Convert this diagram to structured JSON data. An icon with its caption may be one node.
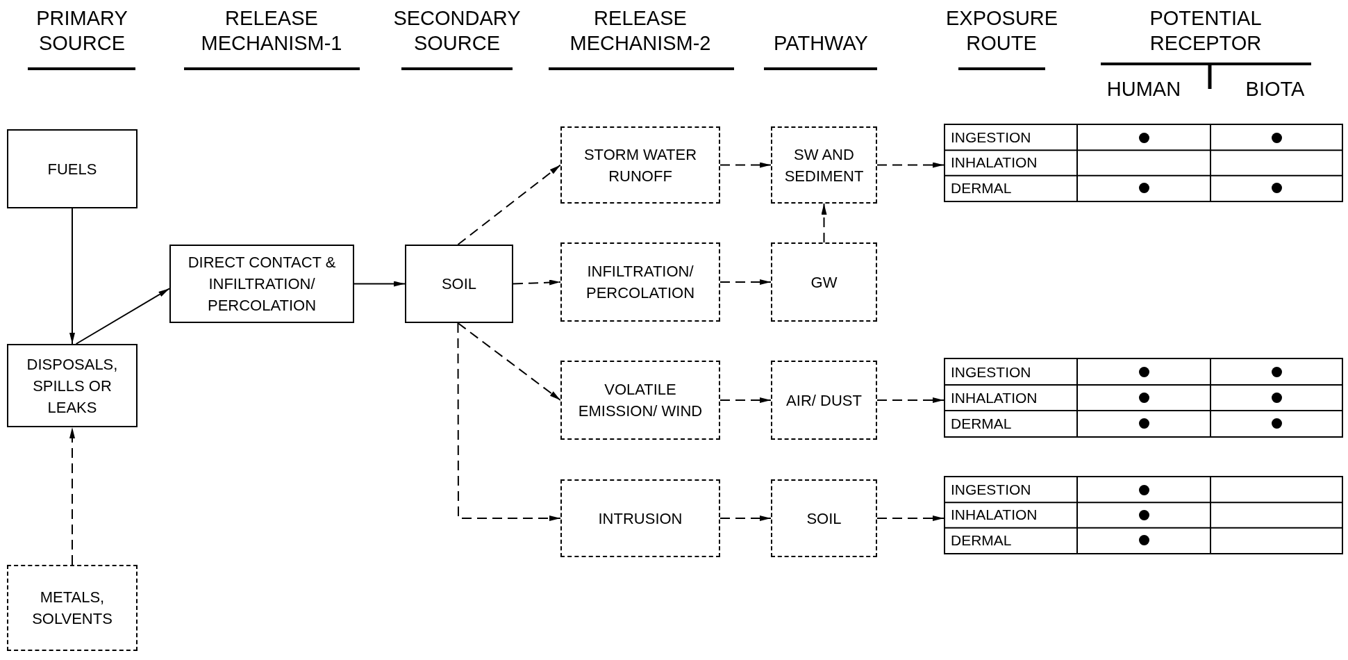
{
  "diagram": {
    "nodes": [
      {
        "text": [
          "FUELS"
        ]
      },
      {
        "text": [
          "DISPOSALS, SPILLS OR LEAKS"
        ]
      },
      {
        "text": [
          "METALS, SOLVENTS"
        ]
      },
      {
        "text": [
          "DIRECT CONTACT & INFILTRATION/ PERCOLATION"
        ]
      },
      {
        "text": [
          "SOIL"
        ]
      },
      {
        "text": [
          "STORM WATER RUNOFF"
        ]
      },
      {
        "text": [
          "INFILTRATION/ PERCOLATION"
        ]
      },
      {
        "text": [
          "VOLATILE EMISSION/ WIND"
        ]
      },
      {
        "text": [
          "INTRUSION"
        ]
      },
      {
        "text": [
          "SW AND SEDIMENT"
        ]
      },
      {
        "text": [
          "GW"
        ]
      },
      {
        "text": [
          "AIR/ DUST"
        ]
      },
      {
        "text": [
          "SOIL"
        ]
      },
      {
        "text": [
          "INGESTION",
          "INHALATION",
          "DERMAL"
        ]
      },
      {
        "text": [
          "INGESTION",
          "INHALATION",
          "DERMAL"
        ]
      },
      {
        "text": [
          "INGESTION",
          "INHALATION",
          "DERMAL"
        ]
      },
      {
        "text": [],
        "shape": "circle",
        "in": 13
      },
      {
        "text": [],
        "shape": "circle",
        "in": 13
      },
      {
        "text": [],
        "shape": "circle",
        "in": 13
      },
      {
        "text": [],
        "shape": "circle",
        "in": 13
      },
      {
        "text": [],
        "shape": "circle",
        "in": 14
      },
      {
        "text": [],
        "shape": "circle",
        "in": 14
      },
      {
        "text": [],
        "shape": "circle",
        "in": 14
      },
      {
        "text": [],
        "shape": "circle",
        "in": 14
      },
      {
        "text": [],
        "shape": "circle",
        "in": 14
      },
      {
        "text": [],
        "shape": "circle",
        "in": 14
      },
      {
        "text": [],
        "shape": "circle",
        "in": 15
      },
      {
        "text": [],
        "shape": "circle",
        "in": 15
      },
      {
        "text": [],
        "shape": "circle",
        "in": 15
      }
    ],
    "edges": [
      {
        "from": 0,
        "to": 1,
        "arrow": "to"
      },
      {
        "from": 2,
        "to": 1,
        "arrow": "to",
        "style": "dashed"
      },
      {
        "from": 1,
        "to": 3,
        "arrow": "to"
      },
      {
        "from": 3,
        "to": 4,
        "arrow": "to"
      },
      {
        "from": 4,
        "to": 5,
        "arrow": "to",
        "style": "dashed"
      },
      {
        "from": 4,
        "to": 6,
        "arrow": "to",
        "style": "dashed"
      },
      {
        "from": 4,
        "to": 7,
        "arrow": "to",
        "style": "dashed"
      },
      {
        "from": 4,
        "to": 8,
        "arrow": "to",
        "style": "dashed"
      },
      {
        "from": 5,
        "to": 9,
        "arrow": "to",
        "style": "dashed"
      },
      {
        "from": 6,
        "to": 10,
        "arrow": "to",
        "style": "dashed"
      },
      {
        "from": 10,
        "to": 9,
        "arrow": "to",
        "style": "dashed"
      },
      {
        "from": 7,
        "to": 11,
        "arrow": "to",
        "style": "dashed"
      },
      {
        "from": 8,
        "to": 12,
        "arrow": "to",
        "style": "dashed"
      },
      {
        "from": 9,
        "to": 13,
        "arrow": "to",
        "style": "dashed"
      },
      {
        "from": 11,
        "to": 14,
        "arrow": "to",
        "style": "dashed"
      },
      {
        "from": 12,
        "to": 15,
        "arrow": "to",
        "style": "dashed"
      }
    ],
    "labels": [
      "PRIMARY SOURCE",
      "RELEASE MECHANISM-1",
      "SECONDARY SOURCE",
      "RELEASE MECHANISM-2",
      "PATHWAY",
      "EXPOSURE ROUTE",
      "POTENTIAL RECEPTOR",
      "HUMAN",
      "BIOTA"
    ]
  }
}
